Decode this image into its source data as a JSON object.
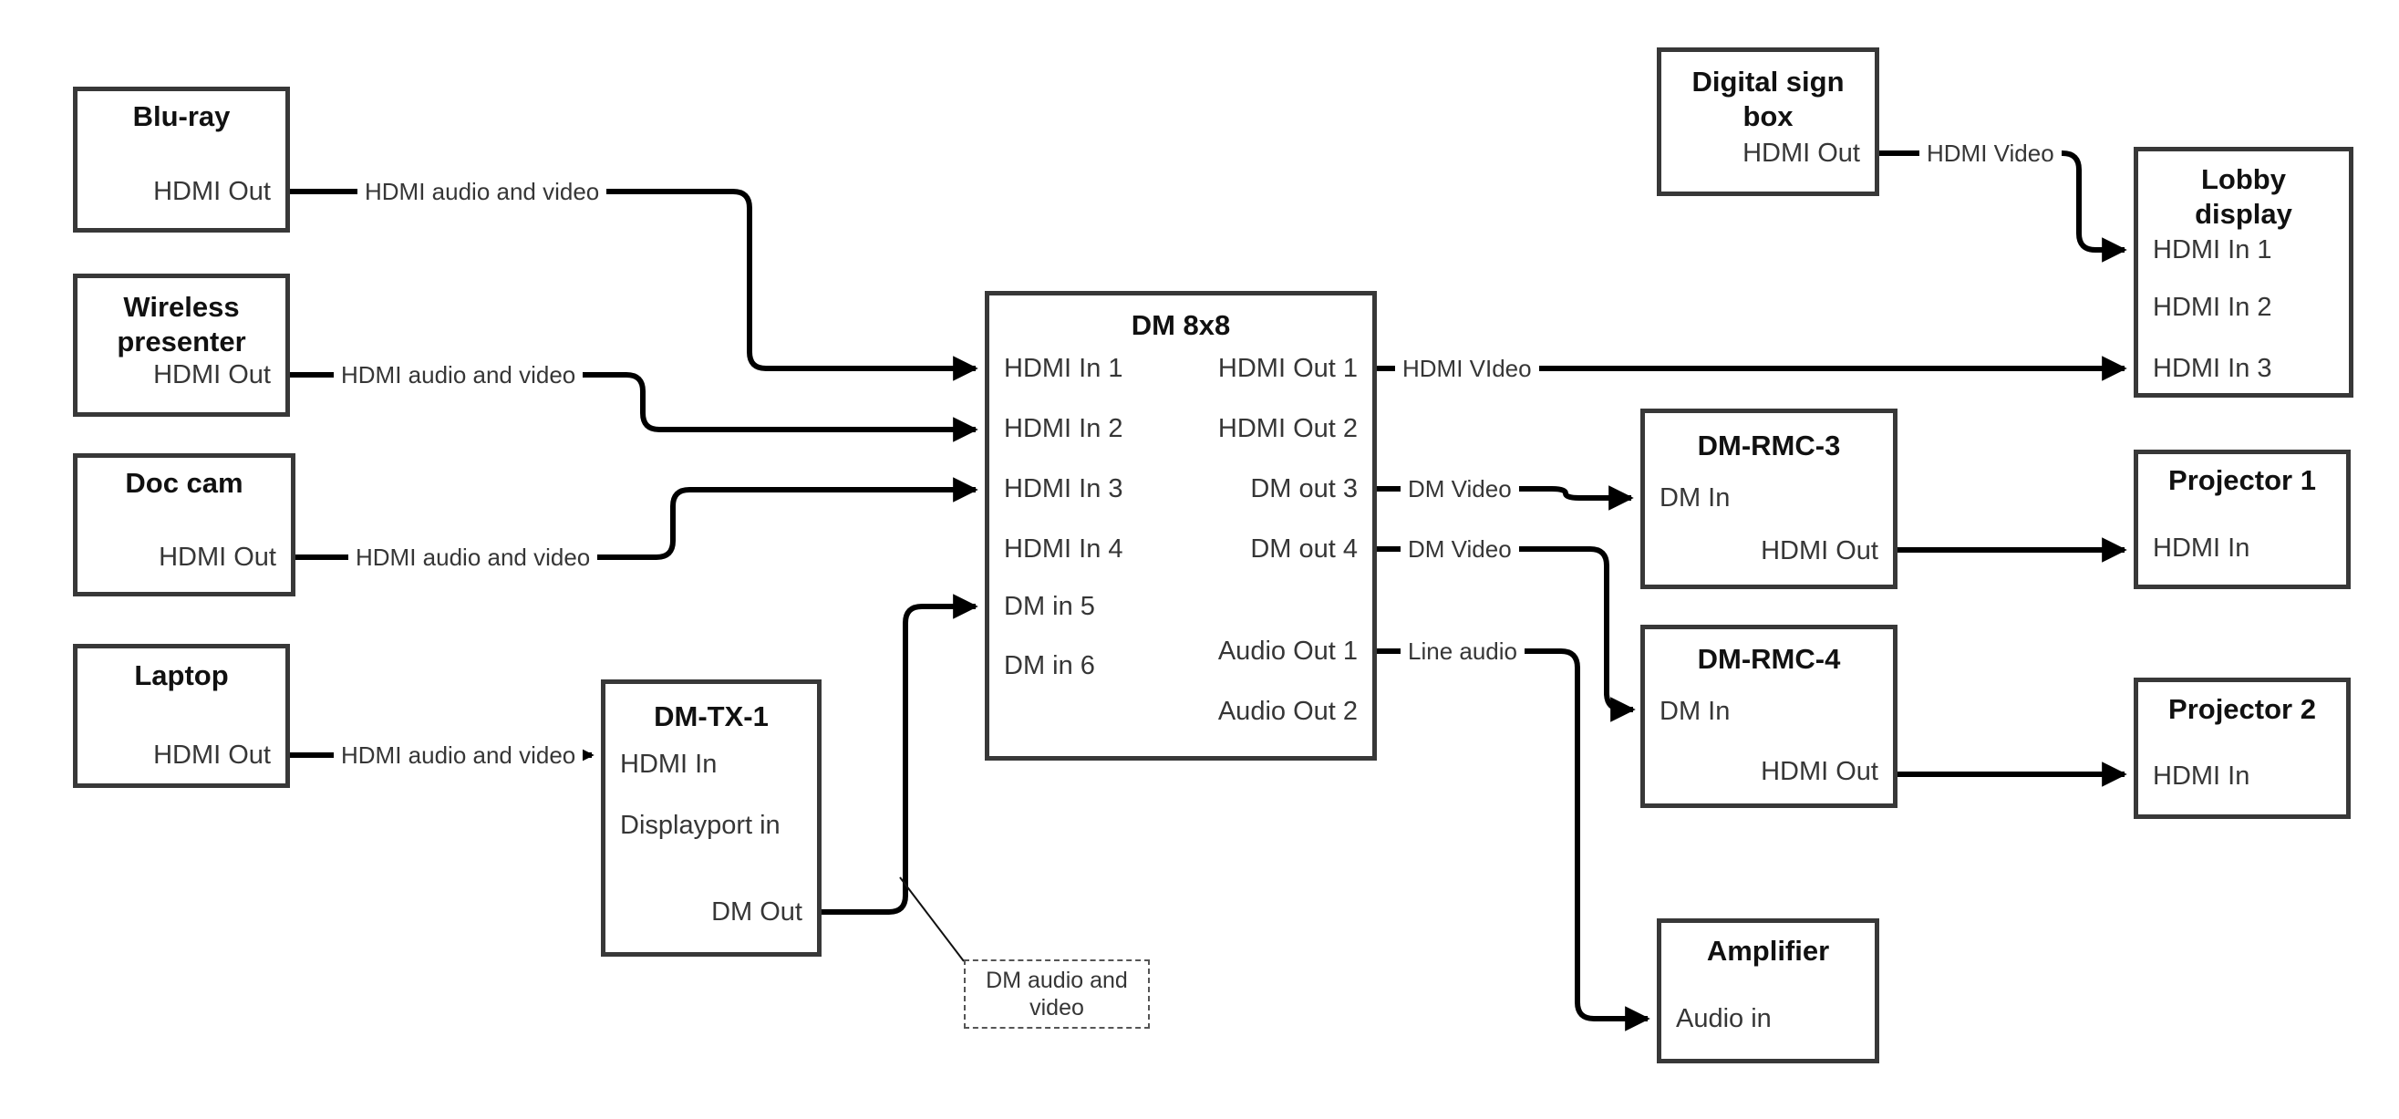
{
  "colors": {
    "wire": "#000000",
    "box_border": "#383838",
    "text": "#363636",
    "background": "#ffffff"
  },
  "nodes": {
    "bluray": {
      "title": "Blu-ray",
      "ports": {
        "hdmi_out": "HDMI Out"
      }
    },
    "wireless_presenter": {
      "title": "Wireless presenter",
      "ports": {
        "hdmi_out": "HDMI Out"
      }
    },
    "doc_cam": {
      "title": "Doc cam",
      "ports": {
        "hdmi_out": "HDMI Out"
      }
    },
    "laptop": {
      "title": "Laptop",
      "ports": {
        "hdmi_out": "HDMI Out"
      }
    },
    "dm_tx_1": {
      "title": "DM-TX-1",
      "ports": {
        "hdmi_in": "HDMI In",
        "displayport_in": "Displayport in",
        "dm_out": "DM Out"
      }
    },
    "dm_8x8": {
      "title": "DM 8x8",
      "ports": {
        "in1": "HDMI In 1",
        "in2": "HDMI In 2",
        "in3": "HDMI In 3",
        "in4": "HDMI In 4",
        "in5": "DM in 5",
        "in6": "DM in 6",
        "out1": "HDMI Out 1",
        "out2": "HDMI Out 2",
        "out3": "DM out 3",
        "out4": "DM out 4",
        "audio1": "Audio Out 1",
        "audio2": "Audio Out 2"
      }
    },
    "digital_sign_box": {
      "title": "Digital sign box",
      "ports": {
        "hdmi_out": "HDMI Out"
      }
    },
    "lobby_display": {
      "title": "Lobby display",
      "ports": {
        "in1": "HDMI In 1",
        "in2": "HDMI In 2",
        "in3": "HDMI In 3"
      }
    },
    "dm_rmc_3": {
      "title": "DM-RMC-3",
      "ports": {
        "dm_in": "DM In",
        "hdmi_out": "HDMI Out"
      }
    },
    "projector_1": {
      "title": "Projector 1",
      "ports": {
        "hdmi_in": "HDMI In"
      }
    },
    "dm_rmc_4": {
      "title": "DM-RMC-4",
      "ports": {
        "dm_in": "DM In",
        "hdmi_out": "HDMI Out"
      }
    },
    "projector_2": {
      "title": "Projector 2",
      "ports": {
        "hdmi_in": "HDMI In"
      }
    },
    "amplifier": {
      "title": "Amplifier",
      "ports": {
        "audio_in": "Audio in"
      }
    }
  },
  "wire_labels": {
    "bluray_to_in1": "HDMI audio and video",
    "wireless_to_in2": "HDMI audio and video",
    "doccam_to_in3": "HDMI audio and video",
    "laptop_to_dmtx": "HDMI audio and video",
    "sign_to_lobby": "HDMI Video",
    "out1_to_lobby": "HDMI VIdeo",
    "out3_to_rmc3": "DM Video",
    "out4_to_rmc4": "DM Video",
    "audio1_to_amp": "Line audio",
    "note": "DM audio and video"
  }
}
